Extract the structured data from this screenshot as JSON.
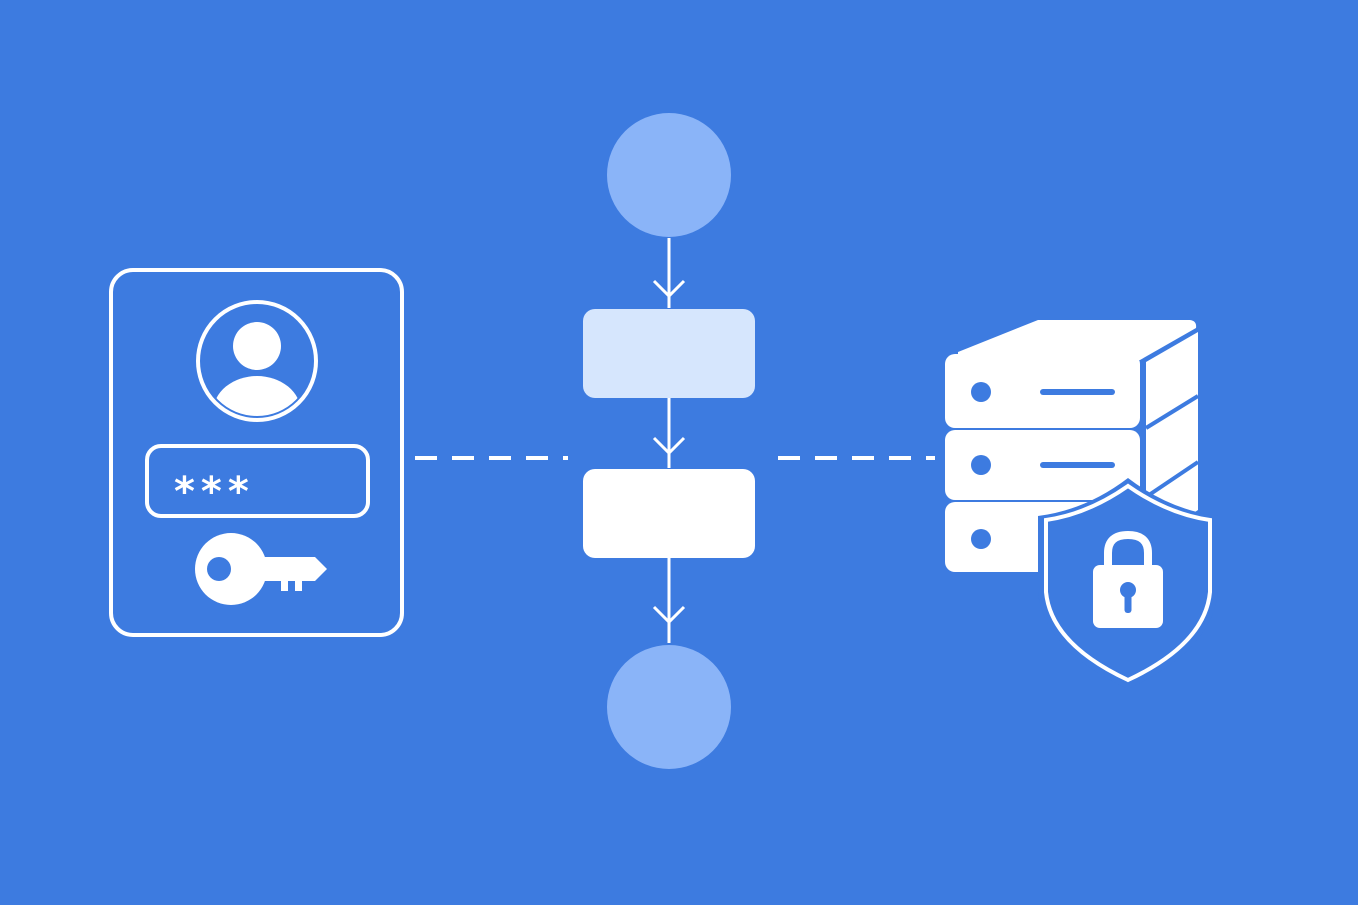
{
  "colors": {
    "background": "#3d7be0",
    "foreground": "#ffffff",
    "node_terminal": "#8ab4f8",
    "node_process_light": "#d6e6fd",
    "node_process": "#ffffff"
  },
  "login_card": {
    "password_mask": "***",
    "icons": [
      "user-avatar-icon",
      "key-icon"
    ]
  },
  "flow": {
    "nodes": [
      {
        "kind": "start",
        "shape": "circle"
      },
      {
        "kind": "process",
        "shape": "rounded-rectangle"
      },
      {
        "kind": "process",
        "shape": "rounded-rectangle"
      },
      {
        "kind": "end",
        "shape": "circle"
      }
    ],
    "connections": [
      "card-to-flow",
      "flow-to-server"
    ]
  },
  "server": {
    "units": 3,
    "icons": [
      "server-rack-icon",
      "shield-icon",
      "padlock-icon"
    ]
  }
}
